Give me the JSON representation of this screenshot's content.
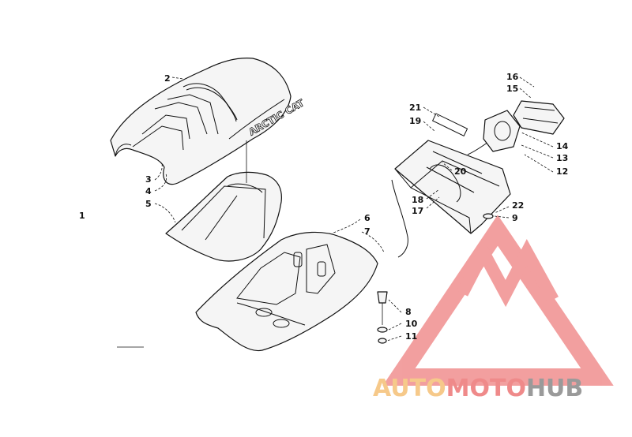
{
  "callouts": [
    {
      "id": "c1",
      "text": "1"
    },
    {
      "id": "c2",
      "text": "2"
    },
    {
      "id": "c3",
      "text": "3"
    },
    {
      "id": "c4",
      "text": "4"
    },
    {
      "id": "c5",
      "text": "5"
    },
    {
      "id": "c6",
      "text": "6"
    },
    {
      "id": "c7",
      "text": "7"
    },
    {
      "id": "c8",
      "text": "8"
    },
    {
      "id": "c9",
      "text": "9"
    },
    {
      "id": "c10",
      "text": "10"
    },
    {
      "id": "c11",
      "text": "11"
    },
    {
      "id": "c12",
      "text": "12"
    },
    {
      "id": "c13",
      "text": "13"
    },
    {
      "id": "c14",
      "text": "14"
    },
    {
      "id": "c15",
      "text": "15"
    },
    {
      "id": "c16",
      "text": "16"
    },
    {
      "id": "c17",
      "text": "17"
    },
    {
      "id": "c18",
      "text": "18"
    },
    {
      "id": "c19",
      "text": "19"
    },
    {
      "id": "c20",
      "text": "20"
    },
    {
      "id": "c21",
      "text": "21"
    },
    {
      "id": "c22",
      "text": "22"
    }
  ],
  "seat_brand_text": "ARCTIC CAT",
  "watermark": {
    "part1": "AUTO",
    "part2": "MOTO",
    "part3": "HUB",
    "colors": {
      "auto": "#f6c98a",
      "moto": "#ef8a8a",
      "hub": "#9a9a9a",
      "logo": "#f08f8f"
    }
  }
}
